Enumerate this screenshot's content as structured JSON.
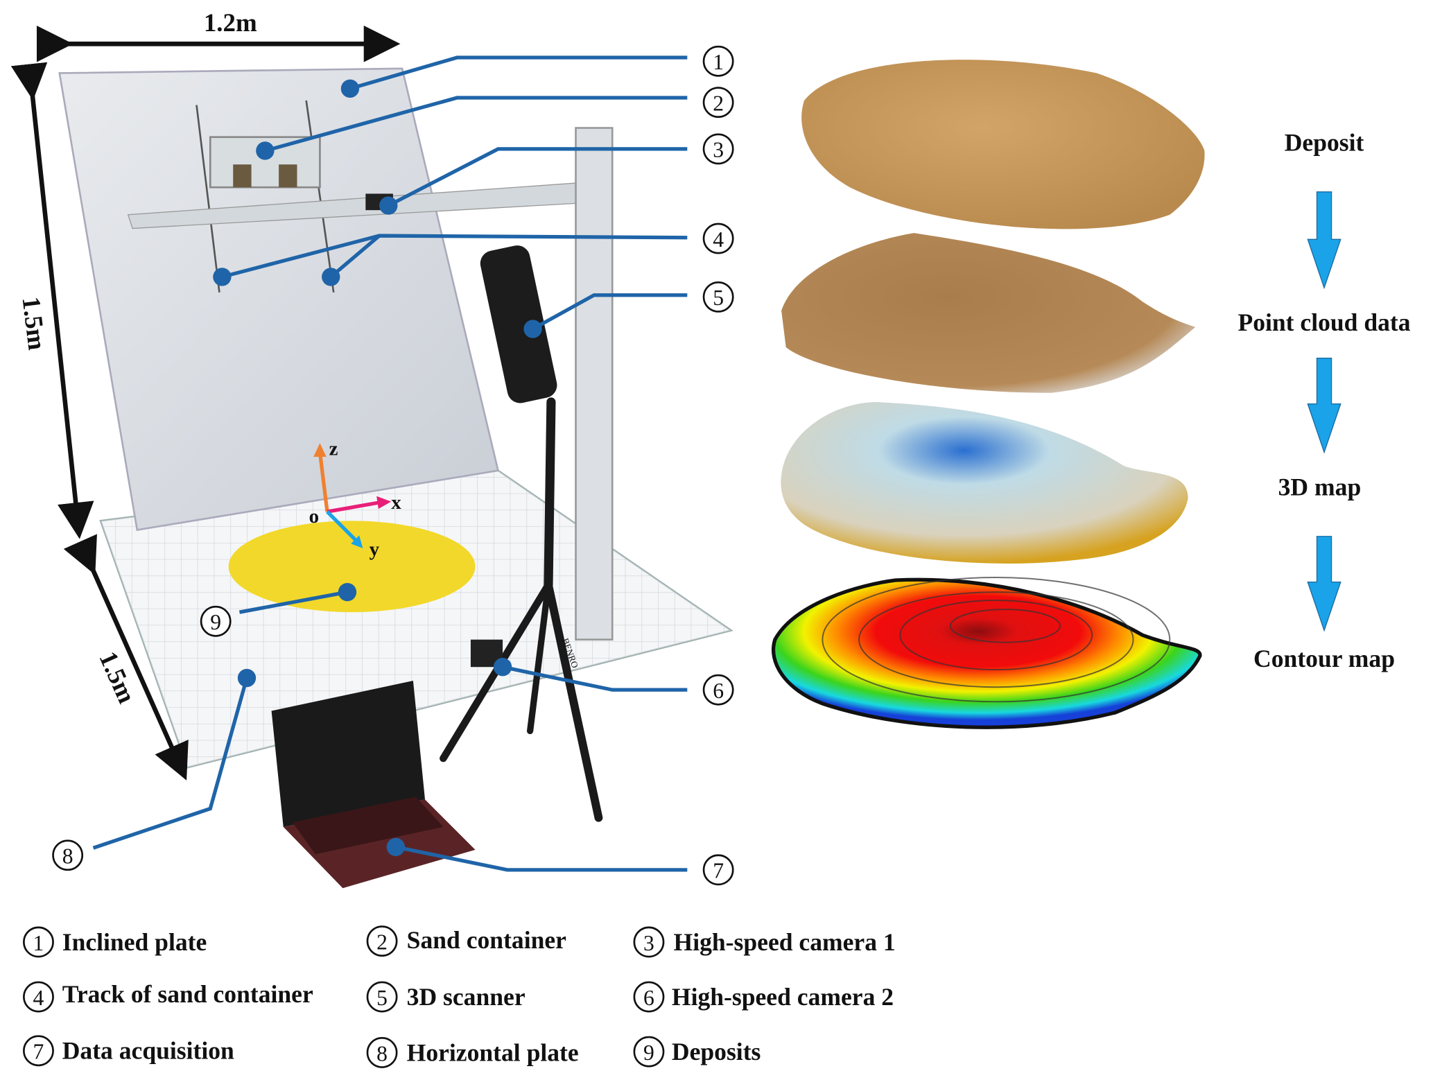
{
  "dimensions": {
    "width_label": "1.2m",
    "height_label": "1.5m",
    "depth_label": "1.5m"
  },
  "axes": {
    "origin": "o",
    "x": "x",
    "y": "y",
    "z": "z"
  },
  "callouts": [
    "1",
    "2",
    "3",
    "4",
    "5",
    "6",
    "7",
    "8",
    "9"
  ],
  "tripod_brand": "BENRO",
  "pipeline": {
    "steps": [
      "Deposit",
      "Point cloud data",
      "3D map",
      "Contour map"
    ]
  },
  "legend": [
    {
      "num": "1",
      "label": "Inclined plate"
    },
    {
      "num": "2",
      "label": "Sand container"
    },
    {
      "num": "3",
      "label": "High-speed camera 1"
    },
    {
      "num": "4",
      "label": "Track of sand container"
    },
    {
      "num": "5",
      "label": "3D scanner"
    },
    {
      "num": "6",
      "label": "High-speed camera 2"
    },
    {
      "num": "7",
      "label": "Data acquisition"
    },
    {
      "num": "8",
      "label": "Horizontal plate"
    },
    {
      "num": "9",
      "label": "Deposits"
    }
  ],
  "colors": {
    "callout": "#1f64a8",
    "arrow": "#1aa3e8",
    "deposit": "#f2d82a"
  }
}
